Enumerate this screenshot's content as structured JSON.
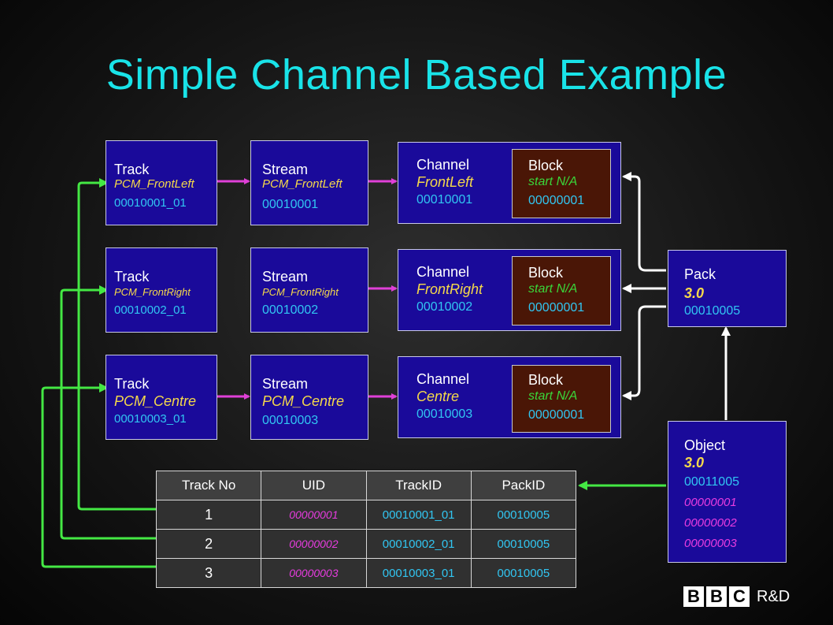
{
  "title": "Simple Channel Based Example",
  "tracks": [
    {
      "label": "Track",
      "name": "PCM_FrontLeft",
      "id": "00010001_01"
    },
    {
      "label": "Track",
      "name": "PCM_FrontRight",
      "id": "00010002_01"
    },
    {
      "label": "Track",
      "name": "PCM_Centre",
      "id": "00010003_01"
    }
  ],
  "streams": [
    {
      "label": "Stream",
      "name": "PCM_FrontLeft",
      "id": "00010001"
    },
    {
      "label": "Stream",
      "name": "PCM_FrontRight",
      "id": "00010002"
    },
    {
      "label": "Stream",
      "name": "PCM_Centre",
      "id": "00010003"
    }
  ],
  "channels": [
    {
      "label": "Channel",
      "name": "FrontLeft",
      "id": "00010001",
      "block": {
        "label": "Block",
        "start": "start N/A",
        "id": "00000001"
      }
    },
    {
      "label": "Channel",
      "name": "FrontRight",
      "id": "00010002",
      "block": {
        "label": "Block",
        "start": "start N/A",
        "id": "00000001"
      }
    },
    {
      "label": "Channel",
      "name": "Centre",
      "id": "00010003",
      "block": {
        "label": "Block",
        "start": "start N/A",
        "id": "00000001"
      }
    }
  ],
  "pack": {
    "label": "Pack",
    "version": "3.0",
    "id": "00010005"
  },
  "object": {
    "label": "Object",
    "version": "3.0",
    "id": "00011005",
    "uids": [
      "00000001",
      "00000002",
      "00000003"
    ]
  },
  "table": {
    "headers": [
      "Track No",
      "UID",
      "TrackID",
      "PackID"
    ],
    "rows": [
      {
        "no": "1",
        "uid": "00000001",
        "track_id": "00010001_01",
        "pack_id": "00010005"
      },
      {
        "no": "2",
        "uid": "00000002",
        "track_id": "00010002_01",
        "pack_id": "00010005"
      },
      {
        "no": "3",
        "uid": "00000003",
        "track_id": "00010003_01",
        "pack_id": "00010005"
      }
    ]
  },
  "logo": {
    "letters": [
      "B",
      "B",
      "C"
    ],
    "suffix": "R&D"
  },
  "colors": {
    "title": "#19e3e8",
    "box": "#1a0a9a",
    "block": "#4a1606",
    "magenta_link": "#e040d8",
    "green_link": "#44e844",
    "white_link": "#ffffff"
  }
}
